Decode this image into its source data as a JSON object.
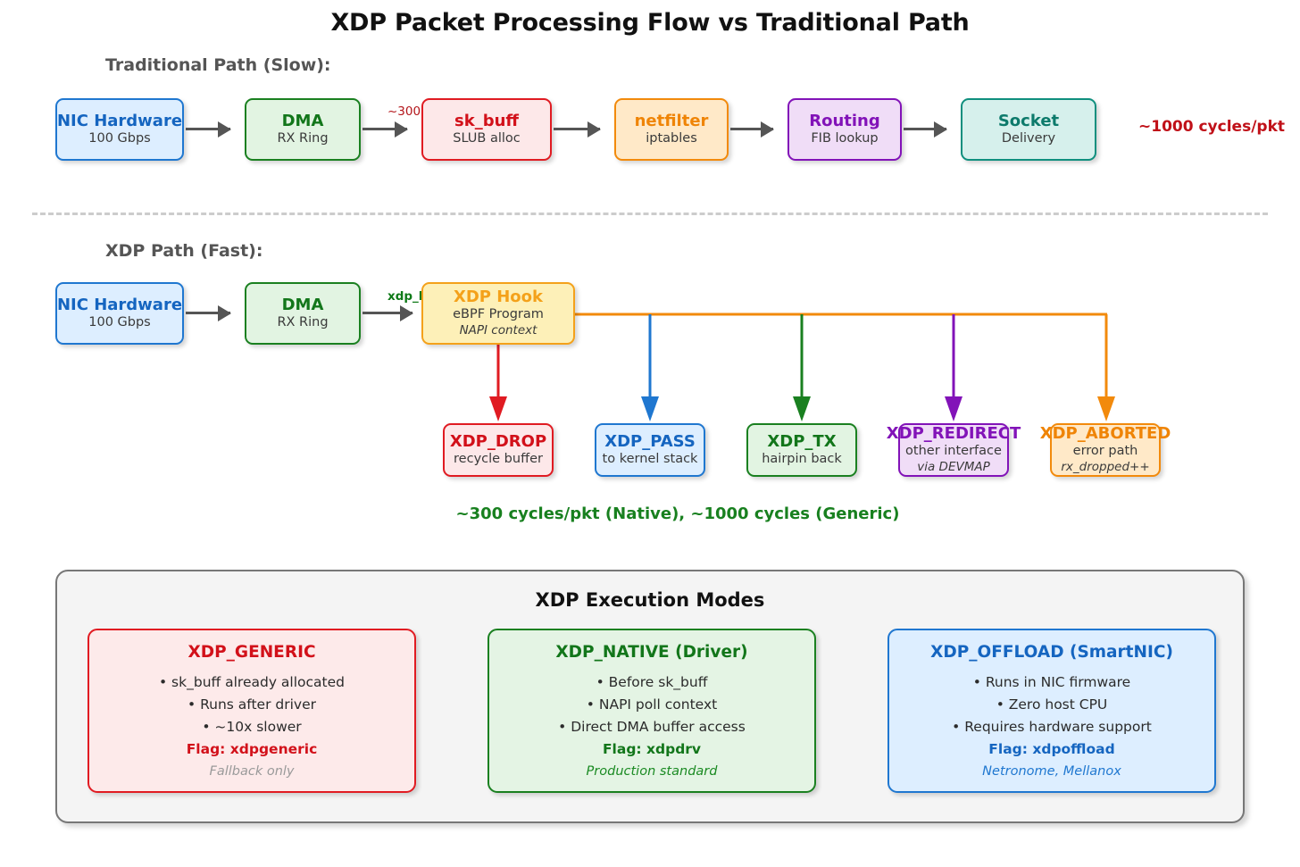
{
  "title": "XDP Packet Processing Flow vs Traditional Path",
  "sections": {
    "traditional_label": "Traditional Path (Slow):",
    "xdp_label": "XDP Path (Fast):"
  },
  "traditional_path": {
    "nodes": [
      {
        "title": "NIC Hardware",
        "sub": "100 Gbps",
        "color": "#1f77d0"
      },
      {
        "title": "DMA",
        "sub": "RX Ring",
        "color": "#1a8020"
      },
      {
        "title": "sk_buff",
        "sub": "SLUB alloc",
        "color": "#e01b22"
      },
      {
        "title": "netfilter",
        "sub": "iptables",
        "color": "#f28a0c"
      },
      {
        "title": "Routing",
        "sub": "FIB lookup",
        "color": "#8213b8"
      },
      {
        "title": "Socket",
        "sub": "Delivery",
        "color": "#0f8f7e"
      }
    ],
    "edge_label": "~300",
    "summary": "~1000 cycles/pkt"
  },
  "xdp_path": {
    "nodes": [
      {
        "title": "NIC Hardware",
        "sub": "100 Gbps",
        "color": "#1f77d0"
      },
      {
        "title": "DMA",
        "sub": "RX Ring",
        "color": "#1a8020"
      }
    ],
    "hook": {
      "title": "XDP Hook",
      "sub": "eBPF Program",
      "sub2": "NAPI context",
      "color": "#f4a11a"
    },
    "edge_label": "xdp_b",
    "actions": [
      {
        "title": "XDP_DROP",
        "sub": "recycle buffer",
        "sub2": "",
        "color": "#e01b22"
      },
      {
        "title": "XDP_PASS",
        "sub": "to kernel stack",
        "sub2": "",
        "color": "#1f77d0"
      },
      {
        "title": "XDP_TX",
        "sub": "hairpin back",
        "sub2": "",
        "color": "#1a8020"
      },
      {
        "title": "XDP_REDIRECT",
        "sub": "other interface",
        "sub2": "via DEVMAP",
        "color": "#8213b8"
      },
      {
        "title": "XDP_ABORTED",
        "sub": "error path",
        "sub2": "rx_dropped++",
        "color": "#f28a0c"
      }
    ],
    "summary": "~300 cycles/pkt (Native), ~1000 cycles (Generic)"
  },
  "modes": {
    "title": "XDP Execution Modes",
    "cards": [
      {
        "title": "XDP_GENERIC",
        "bullets": [
          "• sk_buff already allocated",
          "• Runs after driver",
          "• ~10x slower"
        ],
        "flag": "Flag: xdpgeneric",
        "note": "Fallback only",
        "color": "#e11b22"
      },
      {
        "title": "XDP_NATIVE (Driver)",
        "bullets": [
          "• Before sk_buff",
          "• NAPI poll context",
          "• Direct DMA buffer access"
        ],
        "flag": "Flag: xdpdrv",
        "note": "Production standard",
        "color": "#1a8020"
      },
      {
        "title": "XDP_OFFLOAD (SmartNIC)",
        "bullets": [
          "• Runs in NIC firmware",
          "• Zero host CPU",
          "• Requires hardware support"
        ],
        "flag": "Flag: xdpoffload",
        "note": "Netronome, Mellanox",
        "color": "#1f77d0"
      }
    ]
  },
  "colors": {
    "arrow_grey": "#555555",
    "divider": "#cccccc",
    "panel_border": "#777777",
    "red_text": "#c01018",
    "green_text": "#18801f"
  }
}
